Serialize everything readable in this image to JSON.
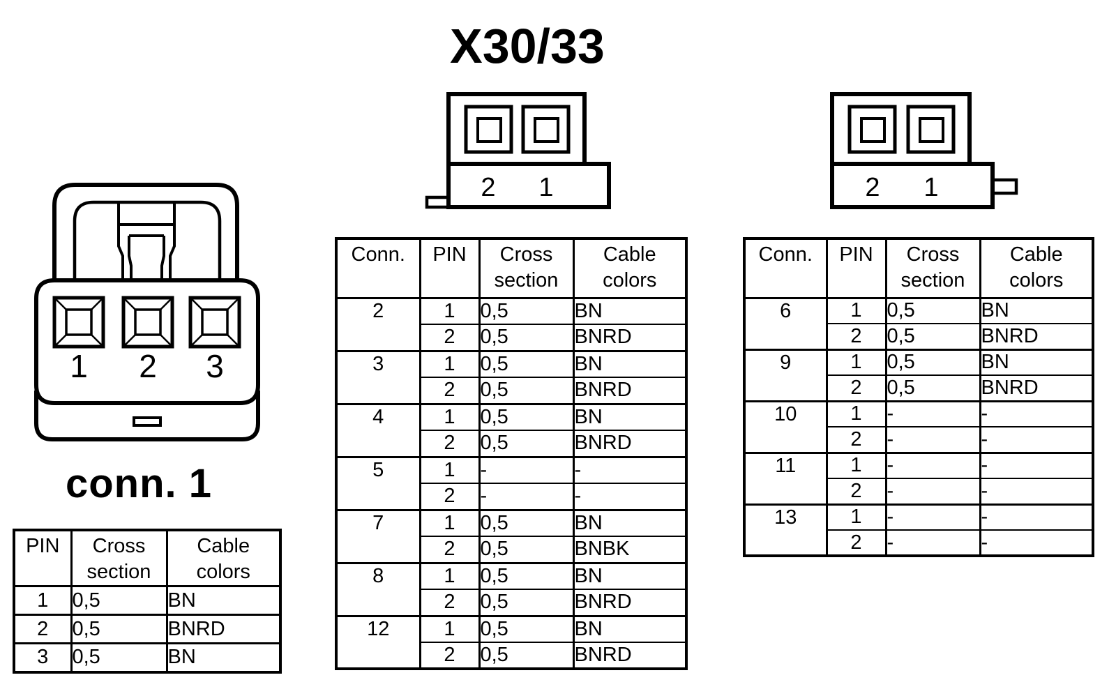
{
  "page": {
    "background": "#ffffff",
    "ink": "#000000"
  },
  "title": "X30/33",
  "conn1": {
    "label": "conn. 1",
    "diagram": {
      "pin_labels": [
        "1",
        "2",
        "3"
      ]
    },
    "table": {
      "headers": {
        "pin": "PIN",
        "cross": "Cross section",
        "cable": "Cable colors"
      },
      "rows": [
        {
          "pin": "1",
          "cross": "0,5",
          "cable": "BN"
        },
        {
          "pin": "2",
          "cross": "0,5",
          "cable": "BNRD"
        },
        {
          "pin": "3",
          "cross": "0,5",
          "cable": "BN"
        }
      ]
    }
  },
  "center": {
    "diagram": {
      "pin_labels": [
        "2",
        "1"
      ]
    },
    "table": {
      "headers": {
        "conn": "Conn.",
        "pin": "PIN",
        "cross": "Cross section",
        "cable": "Cable colors"
      },
      "groups": [
        {
          "conn": "2",
          "pins": [
            {
              "pin": "1",
              "cross": "0,5",
              "cable": "BN"
            },
            {
              "pin": "2",
              "cross": "0,5",
              "cable": "BNRD"
            }
          ]
        },
        {
          "conn": "3",
          "pins": [
            {
              "pin": "1",
              "cross": "0,5",
              "cable": "BN"
            },
            {
              "pin": "2",
              "cross": "0,5",
              "cable": "BNRD"
            }
          ]
        },
        {
          "conn": "4",
          "pins": [
            {
              "pin": "1",
              "cross": "0,5",
              "cable": "BN"
            },
            {
              "pin": "2",
              "cross": "0,5",
              "cable": "BNRD"
            }
          ]
        },
        {
          "conn": "5",
          "pins": [
            {
              "pin": "1",
              "cross": "-",
              "cable": "-"
            },
            {
              "pin": "2",
              "cross": "-",
              "cable": "-"
            }
          ]
        },
        {
          "conn": "7",
          "pins": [
            {
              "pin": "1",
              "cross": "0,5",
              "cable": "BN"
            },
            {
              "pin": "2",
              "cross": "0,5",
              "cable": "BNBK"
            }
          ]
        },
        {
          "conn": "8",
          "pins": [
            {
              "pin": "1",
              "cross": "0,5",
              "cable": "BN"
            },
            {
              "pin": "2",
              "cross": "0,5",
              "cable": "BNRD"
            }
          ]
        },
        {
          "conn": "12",
          "pins": [
            {
              "pin": "1",
              "cross": "0,5",
              "cable": "BN"
            },
            {
              "pin": "2",
              "cross": "0,5",
              "cable": "BNRD"
            }
          ]
        }
      ]
    }
  },
  "right": {
    "diagram": {
      "pin_labels": [
        "2",
        "1"
      ]
    },
    "table": {
      "headers": {
        "conn": "Conn.",
        "pin": "PIN",
        "cross": "Cross section",
        "cable": "Cable colors"
      },
      "groups": [
        {
          "conn": "6",
          "pins": [
            {
              "pin": "1",
              "cross": "0,5",
              "cable": "BN"
            },
            {
              "pin": "2",
              "cross": "0,5",
              "cable": "BNRD"
            }
          ]
        },
        {
          "conn": "9",
          "pins": [
            {
              "pin": "1",
              "cross": "0,5",
              "cable": "BN"
            },
            {
              "pin": "2",
              "cross": "0,5",
              "cable": "BNRD"
            }
          ]
        },
        {
          "conn": "10",
          "pins": [
            {
              "pin": "1",
              "cross": "-",
              "cable": "-"
            },
            {
              "pin": "2",
              "cross": "-",
              "cable": "-"
            }
          ]
        },
        {
          "conn": "11",
          "pins": [
            {
              "pin": "1",
              "cross": "-",
              "cable": "-"
            },
            {
              "pin": "2",
              "cross": "-",
              "cable": "-"
            }
          ]
        },
        {
          "conn": "13",
          "pins": [
            {
              "pin": "1",
              "cross": "-",
              "cable": "-"
            },
            {
              "pin": "2",
              "cross": "-",
              "cable": "-"
            }
          ]
        }
      ]
    }
  }
}
